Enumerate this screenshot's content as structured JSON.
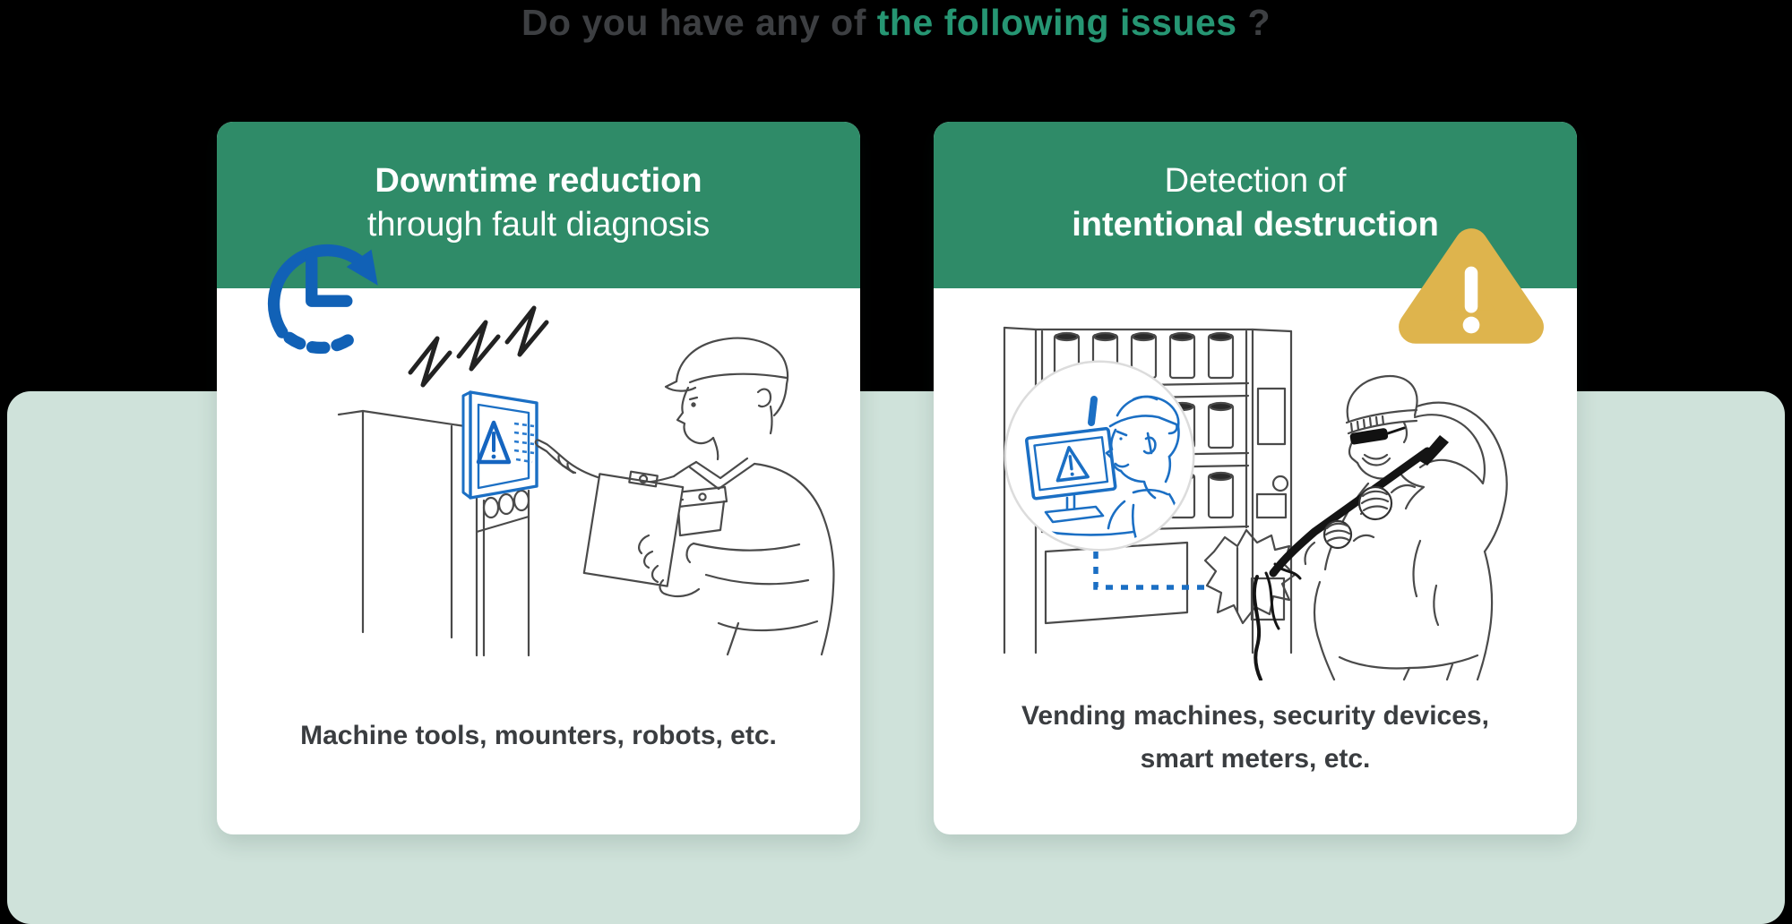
{
  "title": {
    "prefix": "Do you have any of ",
    "highlight": "the following issues",
    "suffix": " ?"
  },
  "colors": {
    "background": "#000000",
    "panel_green": "#cfe2da",
    "header_green": "#2f8b68",
    "title_gray": "#3d3f42",
    "title_green": "#269673",
    "accent_blue": "#1161b6",
    "illustration_blue": "#1b6fc4",
    "warning_yellow": "#deb44d",
    "caption_gray": "#3a3d40",
    "card_white": "#ffffff"
  },
  "cards": [
    {
      "header_line1": "Downtime reduction",
      "header_line2": "through fault diagnosis",
      "badge_icon": "clock-arrow-icon",
      "illustration": "machine-fault-inspection-scene",
      "caption": "Machine tools, mounters, robots, etc."
    },
    {
      "header_line1": "Detection of",
      "header_line2": "intentional destruction",
      "badge_icon": "warning-triangle-icon",
      "illustration": "vending-machine-vandalism-scene",
      "caption_line1": "Vending machines, security devices,",
      "caption_line2": "smart meters, etc."
    }
  ]
}
